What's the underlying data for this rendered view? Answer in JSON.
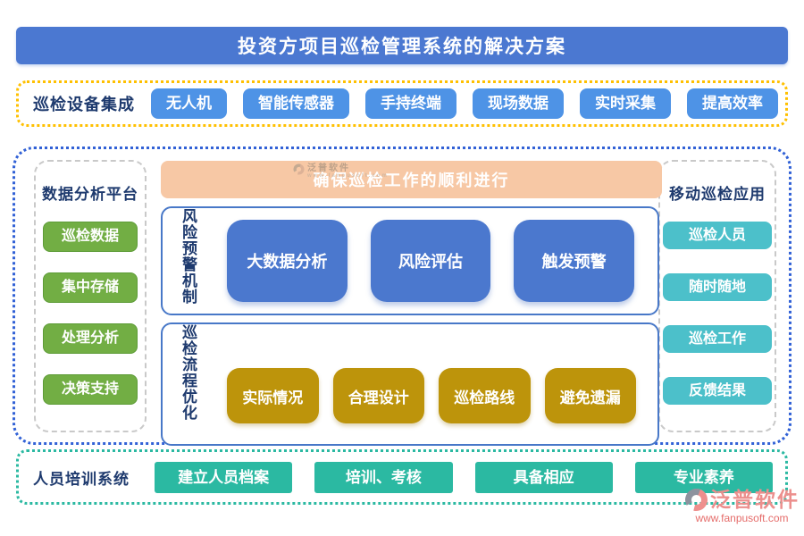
{
  "title": "投资方项目巡检管理系统的解决方案",
  "colors": {
    "title_blue": "#4B78D1",
    "device_blue": "#4E93E6",
    "green": "#72AE44",
    "big_blue": "#4B78CE",
    "gold": "#BD940B",
    "teal_light": "#4CC0CA",
    "teal_green": "#2BB9A2",
    "peach": "#F7C8A5",
    "border_yellow": "#FFC000",
    "border_blue": "#3161D6",
    "navy_text": "#1E3A6E",
    "brand_pink": "#EC8F8D"
  },
  "device_section": {
    "label": "巡检设备集成",
    "items": [
      "无人机",
      "智能传感器",
      "手持终端",
      "现场数据",
      "实时采集",
      "提高效率"
    ]
  },
  "data_platform": {
    "label": "数据分析平台",
    "items": [
      "巡检数据",
      "集中存储",
      "处理分析",
      "决策支持"
    ]
  },
  "goal_banner": {
    "text": "确保巡检工作的顺利进行"
  },
  "risk_section": {
    "label": "风险预警机制",
    "items": [
      "大数据分析",
      "风险评估",
      "触发预警"
    ]
  },
  "flow_section": {
    "label": "巡检流程优化",
    "items": [
      "实际情况",
      "合理设计",
      "巡检路线",
      "避免遗漏"
    ]
  },
  "mobile_app": {
    "label": "移动巡检应用",
    "items": [
      "巡检人员",
      "随时随地",
      "巡检工作",
      "反馈结果"
    ]
  },
  "training_section": {
    "label": "人员培训系统",
    "items": [
      "建立人员档案",
      "培训、考核",
      "具备相应",
      "专业素养"
    ]
  },
  "brand": {
    "name": "泛普软件",
    "url": "www.fanpusoft.com"
  }
}
